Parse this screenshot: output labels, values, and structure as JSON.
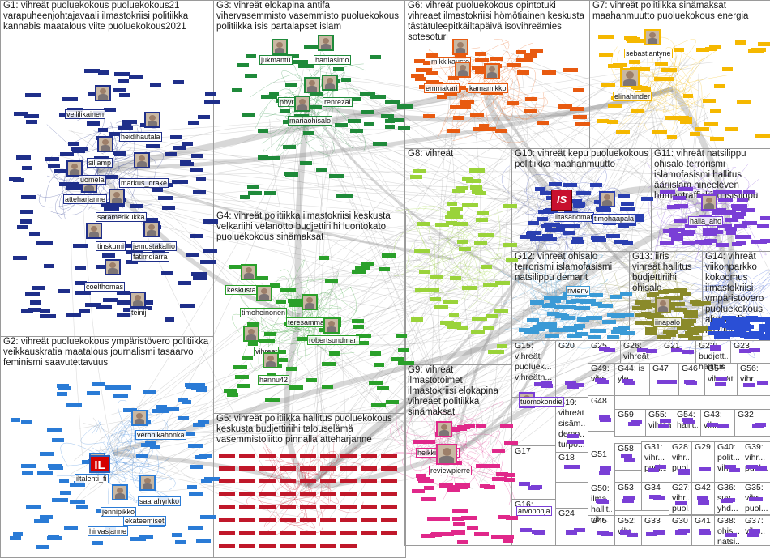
{
  "groups": [
    {
      "id": "G1",
      "label": "G1: vihreät puoluekokous puoluekokous21 varapuheenjohtajavaali ilmastokriisi politiikka kannabis maatalous viite puoluekokous2021"
    },
    {
      "id": "G2",
      "label": "G2: vihreät puoluekokous ympäristövero politiikka veikkauskratia maatalous journalismi tasaarvo feminismi saavutettavuus"
    },
    {
      "id": "G3",
      "label": "G3: vihreät elokapina antifa vihervasemmisto vasemmisto puoluekokous politiikka isis partalapset islam"
    },
    {
      "id": "G4",
      "label": "G4: vihreät politiikka ilmastokriisi keskusta velkariihi velanotto budjettiriihi luontokato puoluekokous sinämaksat"
    },
    {
      "id": "G5",
      "label": "G5: vihreät politiikka hallitus puoluekokous keskusta budjettiriihi talouselämä vasemmistoliitto pinnalla atteharjanne"
    },
    {
      "id": "G6",
      "label": "G6: vihreät puoluekokous opintotuki vihreaet ilmastokriisi hömötiainen keskusta tästätuleepitkäilta­päivä isovihreämies sotesoturi"
    },
    {
      "id": "G7",
      "label": "G7: vihreät politiikka sinämaksat maahanmuutto puoluekokous energia"
    },
    {
      "id": "G8",
      "label": "G8: vihreät"
    },
    {
      "id": "G9",
      "label": "G9: vihreät ilmastotoimet ilmastokriisi elokapina vihreaet politiikka sinämaksat"
    },
    {
      "id": "G10",
      "label": "G10: vihreät kepu puoluekokous politiikka maahanmuutto"
    },
    {
      "id": "G11",
      "label": "G11: vihreät natsilippu ohisalo terrorismi islamofasismi hallitus ääriislam nineeleven humantrafficking isislippu"
    },
    {
      "id": "G12",
      "label": "G12: vihreät ohisalo terrorismi islamofasismi natsilippu demarit"
    },
    {
      "id": "G13",
      "label": "G13: iiris vihreät hallitus budjettiriihi ohisalo"
    },
    {
      "id": "G14",
      "label": "G14: vihreät viikonparkko kokoomus ilmastokriisi ympäristövero puoluekokous aluevaalit mtvuutiset"
    },
    {
      "id": "G15",
      "label": "G15: vihreät puoluek... vihreätn..."
    },
    {
      "id": "G16",
      "label": "G16:"
    },
    {
      "id": "G17",
      "label": "G17"
    },
    {
      "id": "G18",
      "label": "G18"
    },
    {
      "id": "G19",
      "label": "G19: vihreät sisäm... demo... turpo..."
    },
    {
      "id": "G20",
      "label": "G20"
    },
    {
      "id": "G21",
      "label": "G21"
    },
    {
      "id": "G22",
      "label": "G22: budjett... hallitus"
    },
    {
      "id": "G23",
      "label": "G23"
    },
    {
      "id": "G24",
      "label": "G24"
    },
    {
      "id": "G25",
      "label": "G25"
    },
    {
      "id": "G26",
      "label": "G26: vihreät"
    },
    {
      "id": "G27",
      "label": "G27: vihr... puol..."
    },
    {
      "id": "G28",
      "label": "G28: vihr... puol..."
    },
    {
      "id": "G29",
      "label": "G29"
    },
    {
      "id": "G30",
      "label": "G30"
    },
    {
      "id": "G31",
      "label": "G31: vihr... puol..."
    },
    {
      "id": "G32",
      "label": "G32"
    },
    {
      "id": "G33",
      "label": "G33"
    },
    {
      "id": "G34",
      "label": "G34"
    },
    {
      "id": "G35",
      "label": "G35: vihr... puol..."
    },
    {
      "id": "G36",
      "label": "G36: suv... yhd..."
    },
    {
      "id": "G37",
      "label": "G37: vihr..."
    },
    {
      "id": "G38",
      "label": "G38: ohis... natsi..."
    },
    {
      "id": "G39",
      "label": "G39: vihr... puol..."
    },
    {
      "id": "G40",
      "label": "G40: polit... vihr..."
    },
    {
      "id": "G41",
      "label": "G41"
    },
    {
      "id": "G42",
      "label": "G42"
    },
    {
      "id": "G43",
      "label": "G43: vihr..."
    },
    {
      "id": "G44",
      "label": "G44: is yle..."
    },
    {
      "id": "G45",
      "label": "G45"
    },
    {
      "id": "G46",
      "label": "G46"
    },
    {
      "id": "G47",
      "label": "G47"
    },
    {
      "id": "G48",
      "label": "G48"
    },
    {
      "id": "G49",
      "label": "G49: vihr..."
    },
    {
      "id": "G50",
      "label": "G50: ilma... hallit... vihr..."
    },
    {
      "id": "G51",
      "label": "G51"
    },
    {
      "id": "G52",
      "label": "G52: vihr..."
    },
    {
      "id": "G53",
      "label": "G53"
    },
    {
      "id": "G54",
      "label": "G54: hallit..."
    },
    {
      "id": "G55",
      "label": "G55: vihreät"
    },
    {
      "id": "G56",
      "label": "G56: vihr..."
    },
    {
      "id": "G57",
      "label": "G57: vihreät"
    },
    {
      "id": "G58",
      "label": "G58"
    },
    {
      "id": "G59",
      "label": "G59"
    }
  ],
  "vertex_labels": [
    {
      "text": "vellilikainen",
      "group": "G1"
    },
    {
      "text": "heidihautala",
      "group": "G1"
    },
    {
      "text": "siljamp",
      "group": "G1"
    },
    {
      "text": "markus_drake",
      "group": "G1"
    },
    {
      "text": "saramerikukka",
      "group": "G1"
    },
    {
      "text": "atteharjanne",
      "group": "G1"
    },
    {
      "text": "tinskumi",
      "group": "G1"
    },
    {
      "text": "jemustakallio",
      "group": "G1"
    },
    {
      "text": "fatimdiarra",
      "group": "G1"
    },
    {
      "text": "coelthomas",
      "group": "G1"
    },
    {
      "text": "teinij",
      "group": "G1"
    },
    {
      "text": "uomela",
      "group": "G1"
    },
    {
      "text": "veronikahonka",
      "group": "G2"
    },
    {
      "text": "iltalehti_fi",
      "group": "G2"
    },
    {
      "text": "saarahyrkko",
      "group": "G2"
    },
    {
      "text": "jennipikko",
      "group": "G2"
    },
    {
      "text": "ekateemiset",
      "group": "G2"
    },
    {
      "text": "hirvasjanne",
      "group": "G2"
    },
    {
      "text": "jukmantu",
      "group": "G3"
    },
    {
      "text": "hartiasimo",
      "group": "G3"
    },
    {
      "text": "pbyrokra",
      "group": "G3"
    },
    {
      "text": "renrezai",
      "group": "G3"
    },
    {
      "text": "mariaohisalo",
      "group": "G3"
    },
    {
      "text": "keskusta",
      "group": "G4"
    },
    {
      "text": "timoheinonen",
      "group": "G4"
    },
    {
      "text": "teresammallahti",
      "group": "G4"
    },
    {
      "text": "robertsundman",
      "group": "G4"
    },
    {
      "text": "vihreat",
      "group": "G4"
    },
    {
      "text": "hannu42",
      "group": "G4"
    },
    {
      "text": "mikkikauste",
      "group": "G6"
    },
    {
      "text": "emmakari",
      "group": "G6"
    },
    {
      "text": "kamamikko",
      "group": "G6"
    },
    {
      "text": "sebastiantyne",
      "group": "G7"
    },
    {
      "text": "elinahinder",
      "group": "G7"
    },
    {
      "text": "iltasanomat",
      "group": "G10"
    },
    {
      "text": "timohaapala",
      "group": "G10"
    },
    {
      "text": "halla_aho",
      "group": "G11"
    },
    {
      "text": "rivienv",
      "group": "G12"
    },
    {
      "text": "iinapalo",
      "group": "G13"
    },
    {
      "text": "heikkiuutiset",
      "group": "G9"
    },
    {
      "text": "reviewpierre",
      "group": "G9"
    },
    {
      "text": "tuomokondie",
      "group": "G15"
    },
    {
      "text": "arvopohja",
      "group": "G16"
    }
  ],
  "logos": {
    "il": "IL",
    "is": "IS"
  },
  "colors": {
    "G1": "#1f2f8a",
    "G2": "#2a7bd6",
    "G3": "#1f8a3a",
    "G4": "#2aa02a",
    "G5": "#c0182a",
    "G6": "#e85a10",
    "G7": "#f5b800",
    "G8": "#9ad33a",
    "G9": "#e0288a",
    "G10": "#2a3fb0",
    "G11": "#7a3fd6",
    "G12": "#3a9ad6",
    "G13": "#8a8a2a",
    "G14": "#2a4fd6",
    "small": "#7a3fd6"
  }
}
